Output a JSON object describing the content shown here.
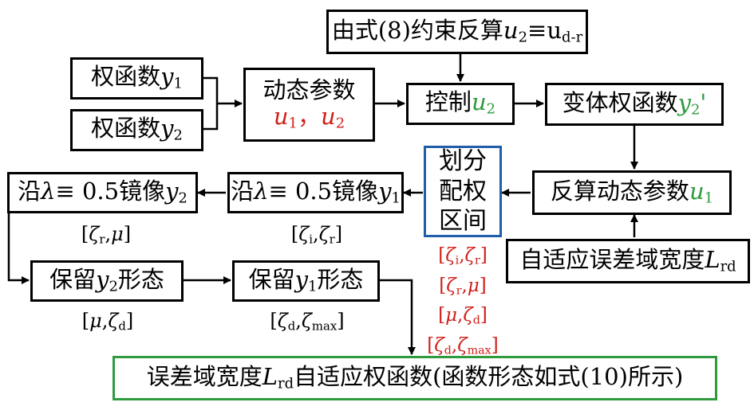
{
  "nodes": {
    "top_box": {
      "prefix": "由式(8)约束反算",
      "var": "u",
      "sub": "2",
      "rest": "≡u",
      "sub2": "d-r"
    },
    "weight_1": {
      "text": "权函数",
      "var": "y",
      "sub": "1"
    },
    "weight_2": {
      "text": "权函数",
      "var": "y",
      "sub": "2"
    },
    "dyn_params": {
      "line1": "动态参数",
      "var1": "u",
      "sub1": "1",
      "sep": "，",
      "var2": "u",
      "sub2": "2"
    },
    "control": {
      "text": "控制",
      "var": "u",
      "sub": "2"
    },
    "variant_weight": {
      "text": "变体权函数",
      "var": "y",
      "sub": "2",
      "suffix": "'"
    },
    "partition": {
      "lines": [
        "划分",
        "配权",
        "区间"
      ]
    },
    "inverse_dyn": {
      "text": "反算动态参数",
      "var": "u",
      "sub": "1"
    },
    "adaptive_width": {
      "text": "自适应误差域宽度",
      "var": "L",
      "sub": "rd"
    },
    "mirror_y1": {
      "prefix": "沿",
      "greek": "λ",
      "mid": "≡ 0.5镜像",
      "var": "y",
      "sub": "1"
    },
    "mirror_y2": {
      "prefix": "沿",
      "greek": "λ",
      "mid": "≡ 0.5镜像",
      "var": "y",
      "sub": "2"
    },
    "keep_y2": {
      "prefix": "保留",
      "var": "y",
      "sub": "2",
      "suffix": "形态"
    },
    "keep_y1": {
      "prefix": "保留",
      "var": "y",
      "sub": "1",
      "suffix": "形态"
    },
    "result": {
      "prefix": "误差域宽度",
      "var": "L",
      "sub": "rd",
      "suffix": "自适应权函数(函数形态如式(10)所示)"
    }
  },
  "interval_labels": {
    "mirror_y2": {
      "open": "[",
      "a": "ζ",
      "a_sub": "r",
      "comma": ",",
      "b": "μ",
      "b_sub": "",
      "close": "]"
    },
    "mirror_y1": {
      "open": "[",
      "a": "ζ",
      "a_sub": "i",
      "comma": ",",
      "b": "ζ",
      "b_sub": "r",
      "close": "]"
    },
    "keep_y2": {
      "open": "[",
      "a": "μ",
      "a_sub": "",
      "comma": ",",
      "b": "ζ",
      "b_sub": "d",
      "close": "]"
    },
    "keep_y1": {
      "open": "[",
      "a": "ζ",
      "a_sub": "d",
      "comma": ",",
      "b": "ζ",
      "b_sub": "max",
      "close": "]"
    }
  },
  "red_intervals": [
    {
      "open": "[",
      "a": "ζ",
      "a_sub": "i",
      "comma": ",",
      "b": "ζ",
      "b_sub": "r",
      "close": "]"
    },
    {
      "open": "[",
      "a": "ζ",
      "a_sub": "r",
      "comma": ",",
      "b": "μ",
      "b_sub": "",
      "close": "]"
    },
    {
      "open": "[",
      "a": "μ",
      "a_sub": "",
      "comma": ",",
      "b": "ζ",
      "b_sub": "d",
      "close": "]"
    },
    {
      "open": "[",
      "a": "ζ",
      "a_sub": "d",
      "comma": ",",
      "b": "ζ",
      "b_sub": "max",
      "close": "]"
    }
  ],
  "colors": {
    "red": "#d0201b",
    "green": "#2e9b3e",
    "blue": "#1f5ea8",
    "line": "#000000"
  }
}
